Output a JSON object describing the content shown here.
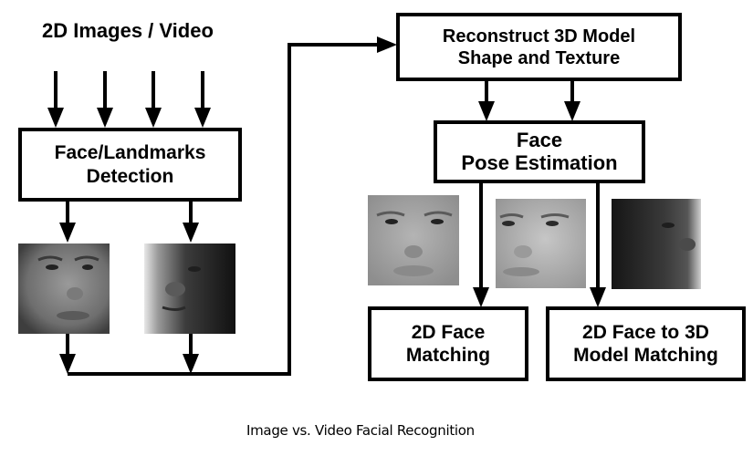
{
  "diagram": {
    "input_label": "2D Images / Video",
    "boxes": {
      "detection": {
        "line1": "Face/Landmarks",
        "line2": "Detection"
      },
      "reconstruct": {
        "line1": "Reconstruct 3D Model",
        "line2": "Shape and Texture"
      },
      "pose": {
        "line1": "Face",
        "line2": "Pose Estimation"
      },
      "matching_2d": {
        "line1": "2D Face",
        "line2": "Matching"
      },
      "matching_3d": {
        "line1": "2D Face to 3D",
        "line2": "Model Matching"
      }
    },
    "face_images": [
      {
        "id": "detected-frontal-face",
        "pose": "frontal",
        "tone": "gray"
      },
      {
        "id": "detected-profile-face",
        "pose": "left-profile",
        "tone": "dark"
      },
      {
        "id": "pose-frontal-face",
        "pose": "frontal",
        "tone": "light-gray"
      },
      {
        "id": "pose-turned-face",
        "pose": "three-quarter",
        "tone": "light-gray"
      },
      {
        "id": "pose-profile-face",
        "pose": "right-profile",
        "tone": "dark"
      }
    ]
  },
  "caption": "Image vs. Video Facial Recognition"
}
